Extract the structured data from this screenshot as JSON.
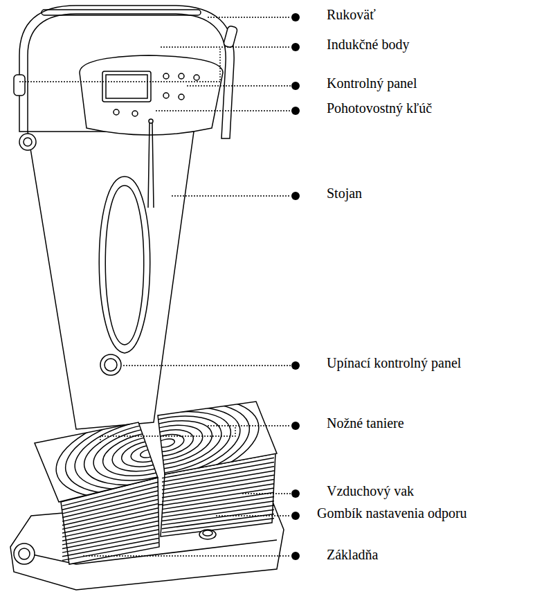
{
  "diagram": {
    "labels": [
      "Rukoväť",
      "Indukčné body",
      "Kontrolný panel",
      "Pohotovostný kľúč",
      "Stojan",
      "Upínací kontrolný panel",
      "Nožné taniere",
      "Vzduchový vak",
      "Gombík nastavenia odporu",
      "Základňa"
    ]
  }
}
